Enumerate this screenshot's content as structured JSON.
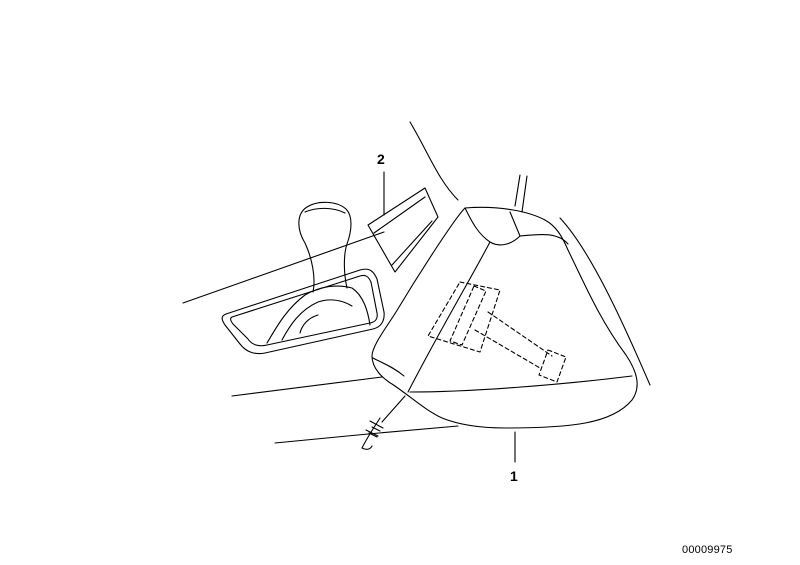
{
  "diagram": {
    "callouts": [
      {
        "label": "2"
      },
      {
        "label": "1"
      }
    ],
    "catalog_number": "00009975"
  }
}
